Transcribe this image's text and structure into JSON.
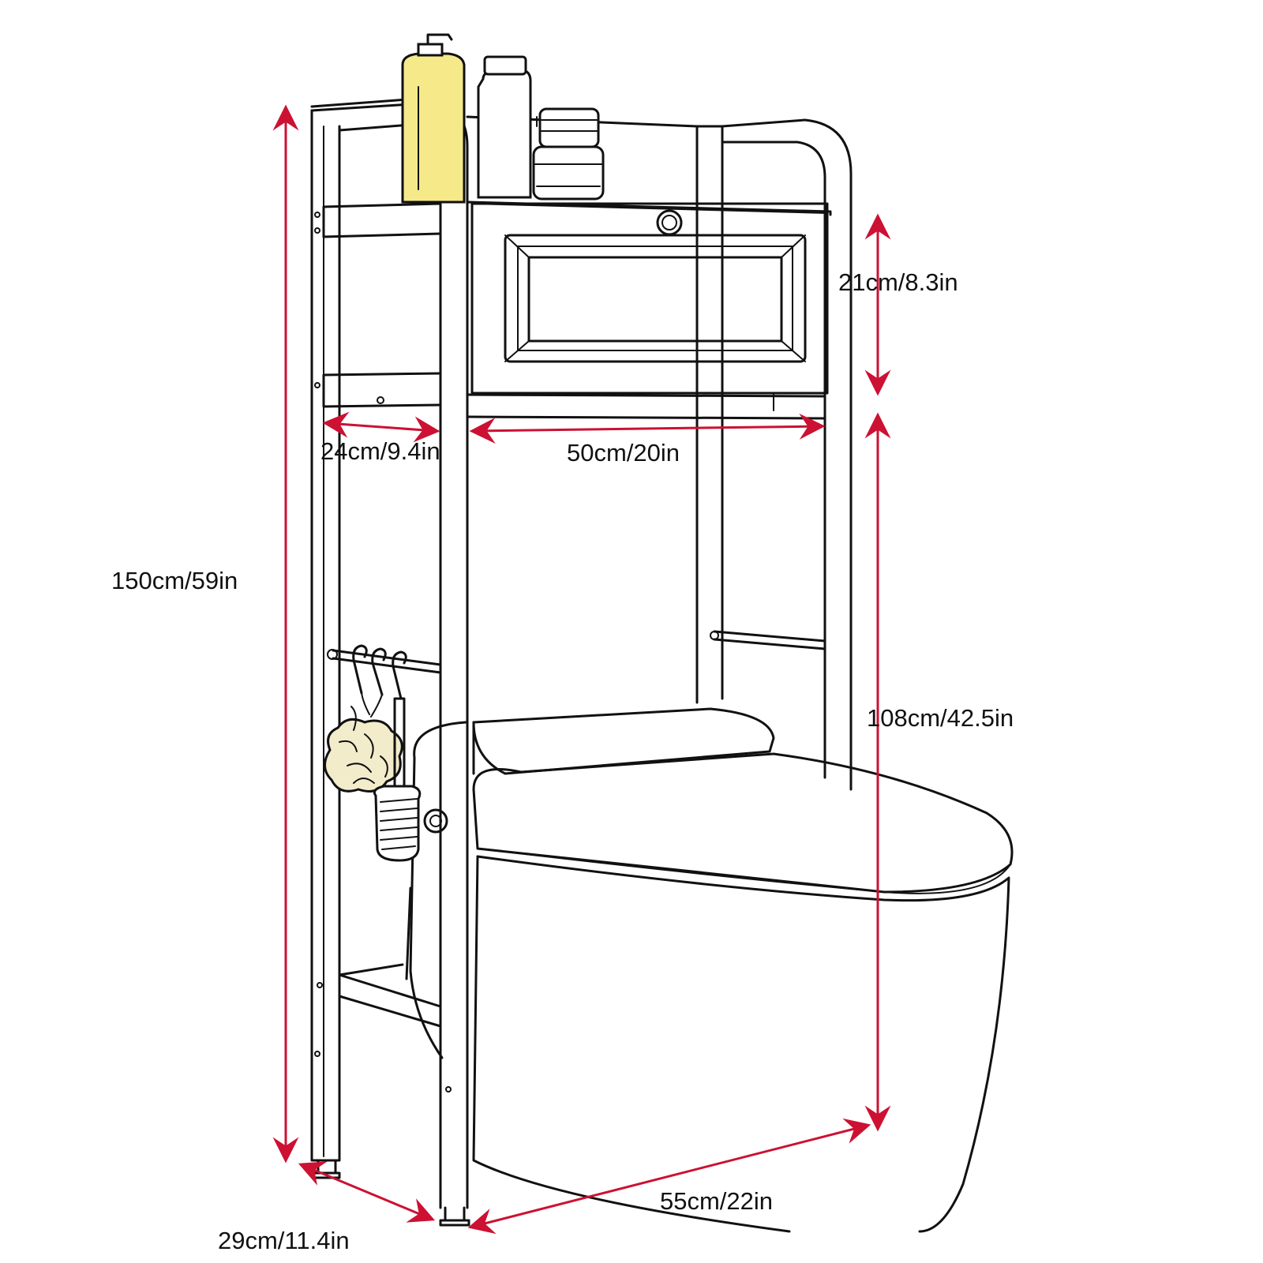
{
  "diagram": {
    "subject": "Over-the-toilet storage rack with cabinet",
    "colors": {
      "dimension_arrow": "#cc1133",
      "line_art": "#111111",
      "bottle_fill": "#f5e98a",
      "sponge_fill": "#f3eccb",
      "background": "#ffffff"
    },
    "dimensions": {
      "total_height": "150cm/59in",
      "cabinet_height": "21cm/8.3in",
      "inner_height": "108cm/42.5in",
      "shelf_width": "24cm/9.4in",
      "inner_width": "50cm/20in",
      "depth": "29cm/11.4in",
      "overall_width": "55cm/22in"
    },
    "icons": [
      "soap-bottle-icon",
      "lotion-bottle-icon",
      "jar-icon",
      "hook-icon",
      "loofah-icon",
      "brush-icon",
      "door-knob-icon"
    ]
  }
}
